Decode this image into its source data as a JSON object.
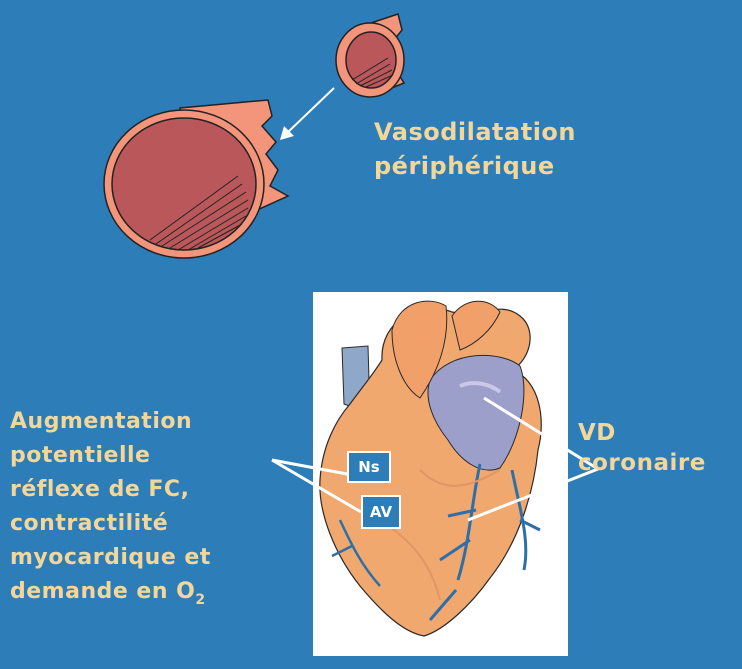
{
  "labels": {
    "vasodilatation_line1": "Vasodilatation",
    "vasodilatation_line2": "périphérique",
    "augmentation_lines": [
      "Augmentation",
      "potentielle",
      "réflexe de FC,",
      "contractilité",
      "myocardique et",
      "demande en O"
    ],
    "augmentation_subscript": "2",
    "vd_line1": "VD",
    "vd_line2": "coronaire",
    "ns_box": "Ns",
    "av_box": "AV"
  },
  "colors": {
    "background": "#2d7db8",
    "label_text": "#f3d79a",
    "vessel_outer": "#f2957a",
    "vessel_inner": "#b9575a",
    "heart_muscle": "#f0a86e",
    "heart_vessels": "#8fa7c9",
    "coronary_arteries": "#2f6fa8"
  }
}
